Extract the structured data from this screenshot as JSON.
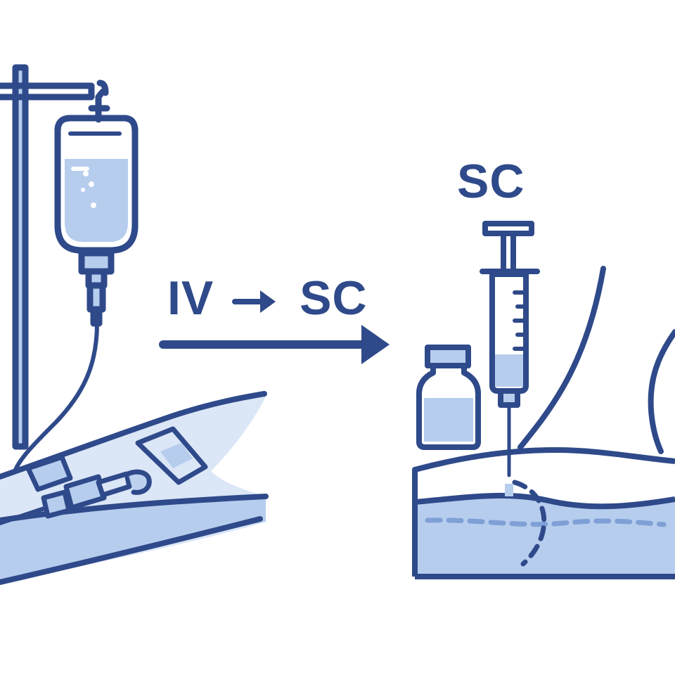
{
  "labels": {
    "transition_from": "IV",
    "transition_to": "SC",
    "right_heading": "SC"
  },
  "icons": {
    "left": [
      "iv-pole-icon",
      "iv-bag-icon",
      "iv-catheter-icon",
      "arm-icon"
    ],
    "middle": [
      "arrow-right-icon"
    ],
    "right": [
      "syringe-icon",
      "vial-icon",
      "skin-layer-icon",
      "hand-icon"
    ]
  },
  "colors": {
    "line": "#2f4a8a",
    "fill_light": "#b7cdee",
    "fill_pale": "#dbe6f7",
    "background": "#ffffff"
  }
}
